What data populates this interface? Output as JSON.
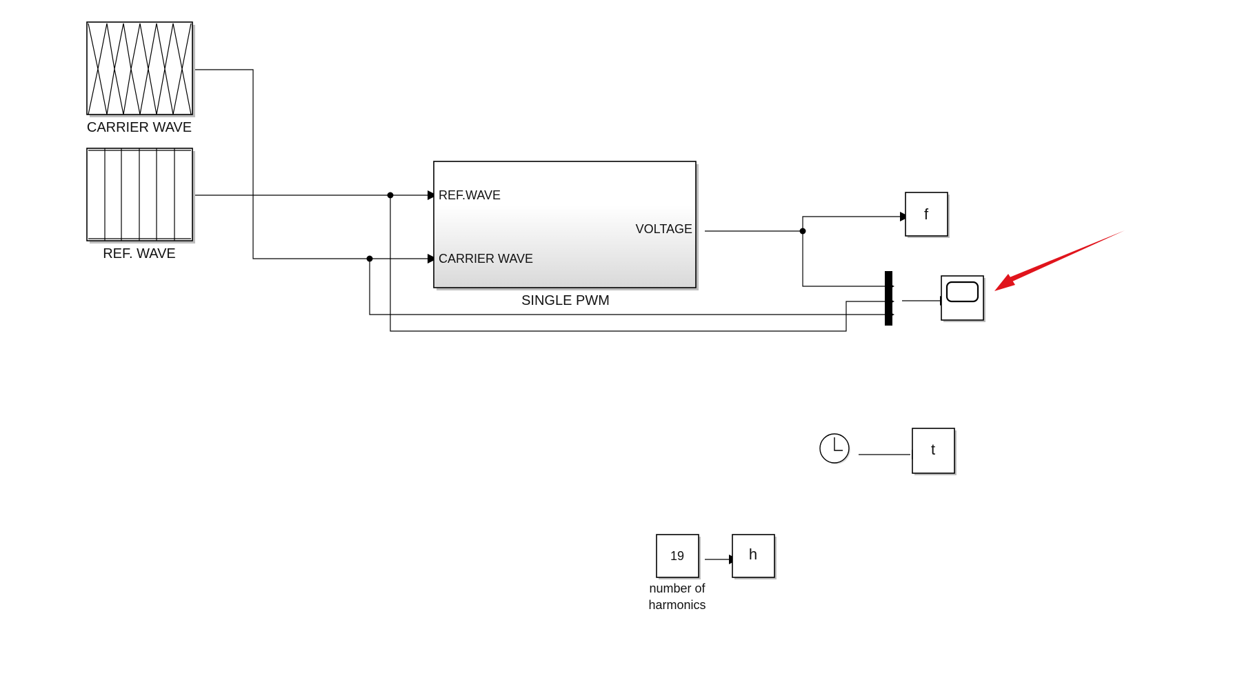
{
  "blocks": {
    "carrier_wave": {
      "label": "CARRIER WAVE"
    },
    "ref_wave": {
      "label": "REF. WAVE"
    },
    "single_pwm": {
      "label": "SINGLE PWM",
      "in_port_ref": "REF.WAVE",
      "in_port_carrier": "CARRIER WAVE",
      "out_port": "VOLTAGE"
    },
    "to_workspace_f": {
      "text": "f"
    },
    "to_workspace_t": {
      "text": "t"
    },
    "to_workspace_h": {
      "text": "h"
    },
    "constant": {
      "value": "19",
      "label_line1": "number of",
      "label_line2": "harmonics"
    }
  },
  "colors": {
    "annotation_arrow": "#e0141c",
    "pwm_gradient_top": "#ffffff",
    "pwm_gradient_bottom": "#d9d9d9"
  }
}
